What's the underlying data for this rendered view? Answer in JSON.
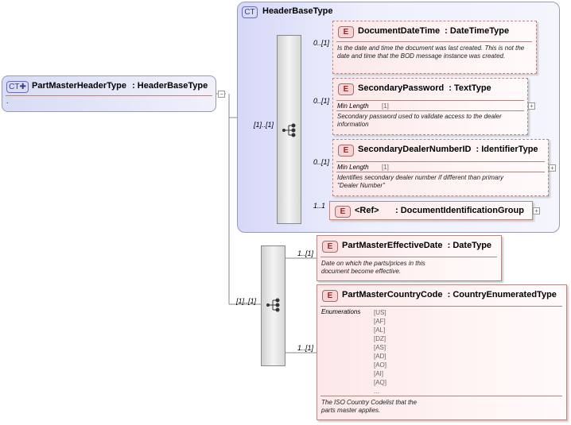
{
  "root": {
    "badge": "CT",
    "name": "PartMasterHeaderType",
    "type": ": HeaderBaseType",
    "note": "."
  },
  "base": {
    "badge": "CT",
    "title": "HeaderBaseType"
  },
  "elements": {
    "e1": {
      "badge": "E",
      "name": "DocumentDateTime",
      "type": ": DateTimeType",
      "card": "0..[1]",
      "desc": "Is the date and time the document was last created. This is not the date and time that the BOD message instance was created."
    },
    "e2": {
      "badge": "E",
      "name": "SecondaryPassword",
      "type": ": TextType",
      "card": "0..[1]",
      "facet_label": "Min Length",
      "facet_value": "[1]",
      "desc": "Secondary password used to validate access to the dealer information"
    },
    "e3": {
      "badge": "E",
      "name": "SecondaryDealerNumberID",
      "type": ": IdentifierType",
      "card": "0..[1]",
      "facet_label": "Min Length",
      "facet_value": "[1]",
      "desc": "Identifies secondary dealer number if different than primary \"Dealer Number\""
    },
    "e4": {
      "badge": "E",
      "ref": "<Ref>",
      "type": ": DocumentIdentificationGroup",
      "card": "1..1"
    },
    "e5": {
      "badge": "E",
      "name": "PartMasterEffectiveDate",
      "type": ": DateType",
      "card": "1..[1]",
      "desc": "Date on which the parts/prices in this document become effective."
    },
    "e6": {
      "badge": "E",
      "name": "PartMasterCountryCode",
      "type": ": CountryEnumeratedType",
      "card": "1..[1]",
      "enum_label": "Enumerations",
      "enums": [
        "[US]",
        "[AF]",
        "[AL]",
        "[DZ]",
        "[AS]",
        "[AD]",
        "[AO]",
        "[AI]",
        "[AQ]",
        "..."
      ],
      "desc": "The ISO Country Codelist that the parts master applies."
    }
  },
  "sequences": {
    "seq1_card": "[1]..[1]",
    "seq2_card": "[1]..[1]"
  },
  "colors": {
    "complex_type": "#d6d8f8",
    "element": "#fce8e8",
    "sequence": "#e0e0e0"
  }
}
